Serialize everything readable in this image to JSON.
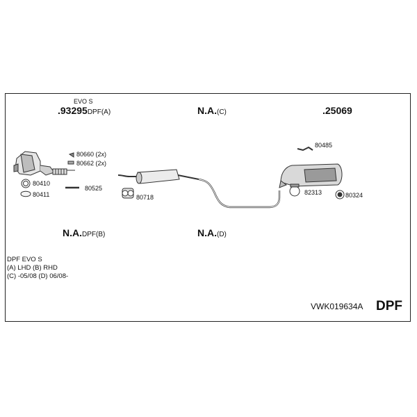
{
  "refs": {
    "r1": {
      "top": "EVO S",
      "num": ".93295",
      "suf": "DPF(A)"
    },
    "r2": {
      "num": "N.A.",
      "suf": "(C)"
    },
    "r3": {
      "num": ".25069",
      "suf": ""
    },
    "r4": {
      "num": "N.A.",
      "suf": "DPF(B)"
    },
    "r5": {
      "num": "N.A.",
      "suf": "(D)"
    }
  },
  "parts": {
    "p80660": "80660 (2x)",
    "p80662": "80662 (2x)",
    "p80410": "80410",
    "p80411": "80411",
    "p80525": "80525",
    "p80718": "80718",
    "p80485": "80485",
    "p82313": "82313",
    "p80324": "80324"
  },
  "legend": [
    "DPF EVO S",
    "(A) LHD (B) RHD",
    "(C) -05/08 (D) 06/08-"
  ],
  "kit_number": "VWK019634A",
  "kit_type": "DPF"
}
